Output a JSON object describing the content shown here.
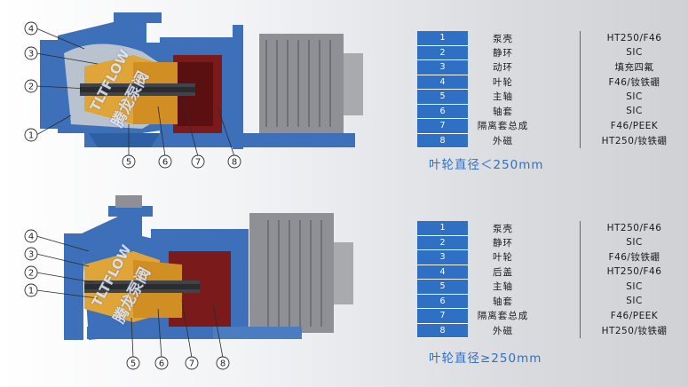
{
  "colors": {
    "accent": "#2f6fc4",
    "casing": "#3d70b8",
    "impeller": "#e0a538",
    "rotor": "#8b1a1a",
    "motor": "#8e9095"
  },
  "watermark": {
    "brand_en": "TLTFLOW",
    "brand_cn": "腾龙泵阀"
  },
  "callout_numbers": [
    "1",
    "2",
    "3",
    "4",
    "5",
    "6",
    "7",
    "8"
  ],
  "top": {
    "parts": [
      {
        "num": "1",
        "name": "泵壳",
        "material": "HT250/F46"
      },
      {
        "num": "2",
        "name": "静环",
        "material": "SIC"
      },
      {
        "num": "3",
        "name": "动环",
        "material": "填充四氟"
      },
      {
        "num": "4",
        "name": "叶轮",
        "material": "F46/钕铁硼"
      },
      {
        "num": "5",
        "name": "主轴",
        "material": "SIC"
      },
      {
        "num": "6",
        "name": "轴套",
        "material": "SIC"
      },
      {
        "num": "7",
        "name": "隔离套总成",
        "material": "F46/PEEK"
      },
      {
        "num": "8",
        "name": "外磁",
        "material": "HT250/钕铁硼"
      }
    ],
    "caption": "叶轮直径＜250mm"
  },
  "bottom": {
    "parts": [
      {
        "num": "1",
        "name": "泵壳",
        "material": "HT250/F46"
      },
      {
        "num": "2",
        "name": "静环",
        "material": "SIC"
      },
      {
        "num": "3",
        "name": "叶轮",
        "material": "F46/钕铁硼"
      },
      {
        "num": "4",
        "name": "后盖",
        "material": "HT250/F46"
      },
      {
        "num": "5",
        "name": "主轴",
        "material": "SIC"
      },
      {
        "num": "6",
        "name": "轴套",
        "material": "SIC"
      },
      {
        "num": "7",
        "name": "隔离套总成",
        "material": "F46/PEEK"
      },
      {
        "num": "8",
        "name": "外磁",
        "material": "HT250/钕铁硼"
      }
    ],
    "caption": "叶轮直径≥250mm"
  }
}
